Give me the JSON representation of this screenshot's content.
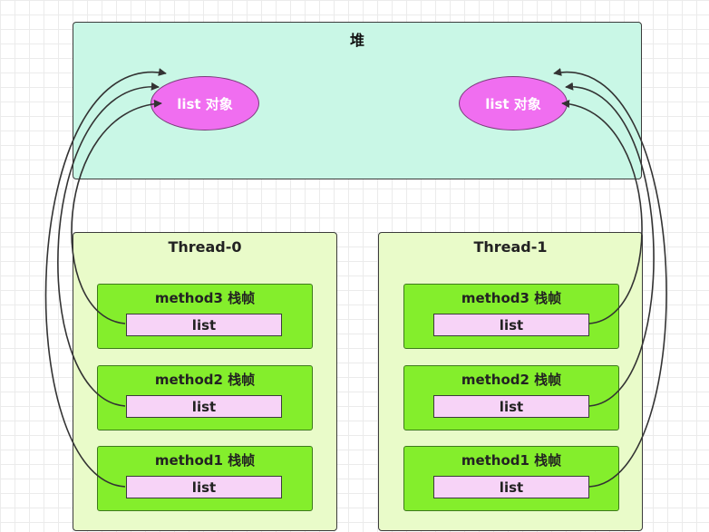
{
  "heap": {
    "title": "堆",
    "objects": [
      "list 对象",
      "list 对象"
    ]
  },
  "threads": [
    {
      "title": "Thread-0",
      "frames": [
        {
          "title": "method3 栈帧",
          "var": "list"
        },
        {
          "title": "method2 栈帧",
          "var": "list"
        },
        {
          "title": "method1 栈帧",
          "var": "list"
        }
      ]
    },
    {
      "title": "Thread-1",
      "frames": [
        {
          "title": "method3 栈帧",
          "var": "list"
        },
        {
          "title": "method2 栈帧",
          "var": "list"
        },
        {
          "title": "method1 栈帧",
          "var": "list"
        }
      ]
    }
  ],
  "colors": {
    "heap_fill": "#c9f7e6",
    "object_fill": "#f06ef0",
    "thread_fill": "#e9fbc9",
    "frame_fill": "#84ee2c",
    "var_fill": "#f7d3f7",
    "arrow": "#333333"
  }
}
